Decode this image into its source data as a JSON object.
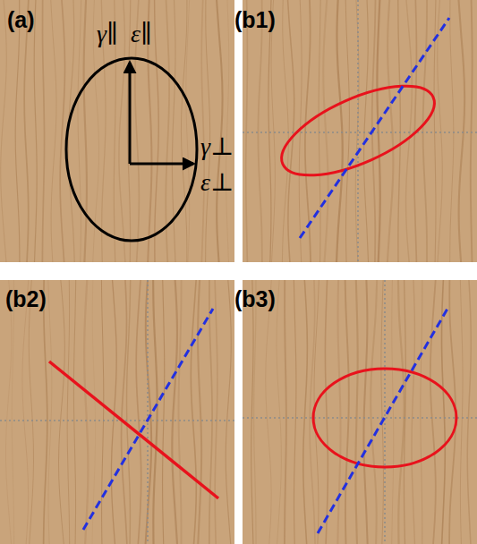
{
  "diagram": {
    "labels": [
      "(a)",
      "γ∥",
      "ε∥",
      "γ⊥",
      "ε⊥",
      "(b1)",
      "(b2)",
      "(b3)"
    ]
  }
}
